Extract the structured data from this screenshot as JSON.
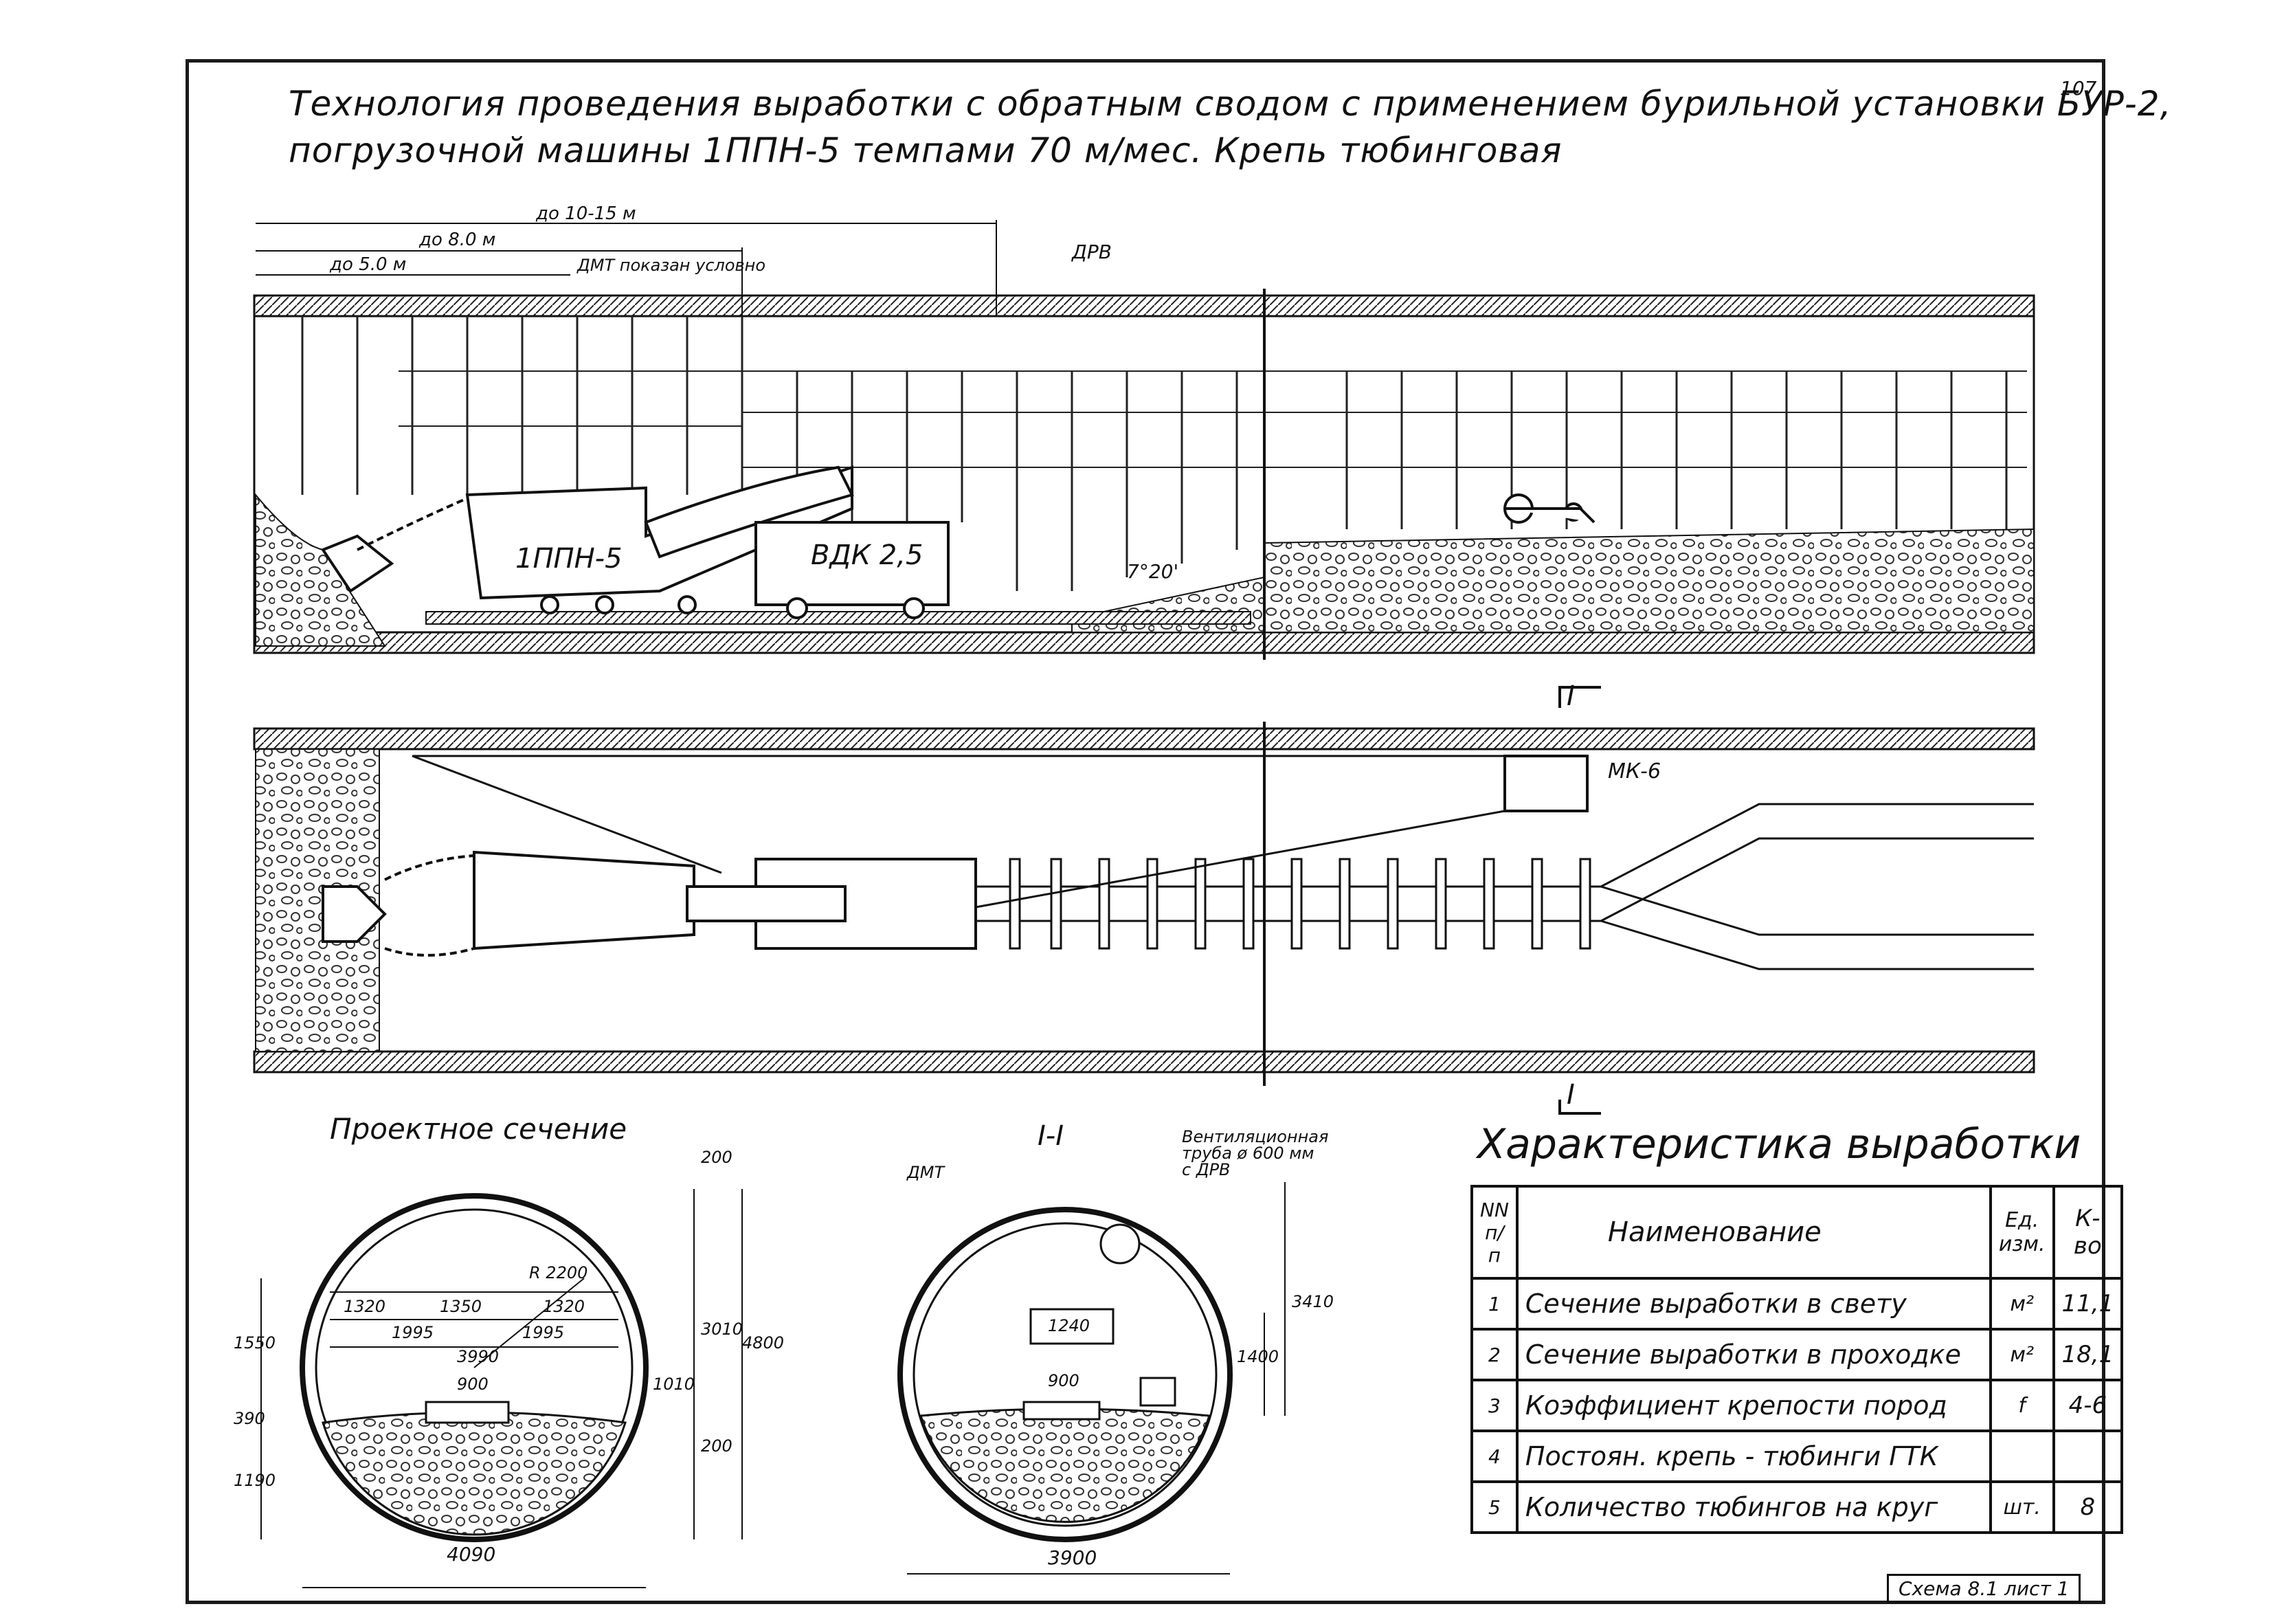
{
  "title": {
    "line1": "Технология проведения выработки с обратным сводом с применением бурильной установки БУР-2,",
    "line2": "погрузочной машины 1ППН-5 темпами 70 м/мес. Крепь тюбинговая"
  },
  "page_number": "107",
  "longitudinal": {
    "dim_top": "до 10-15 м",
    "dim_mid": "до 8.0 м",
    "dim_low": "до 5.0 м",
    "dmt_note": "ДМТ показан условно",
    "drv": "ДРВ",
    "loader": "1ППН-5",
    "wagon": "ВДК 2,5",
    "slope": "7°20'"
  },
  "plan": {
    "section_mark": "I",
    "winch": "МК-6"
  },
  "design_section": {
    "title": "Проектное сечение",
    "radius": "R 2200",
    "dims": [
      "1320",
      "1350",
      "1320",
      "1995",
      "1995",
      "3990",
      "900",
      "1550",
      "390",
      "1190",
      "1010",
      "200",
      "200",
      "3010",
      "4800",
      "4090"
    ]
  },
  "section_1": {
    "title": "I-I",
    "vent_note_1": "Вентиляционная",
    "vent_note_2": "труба ø 600 мм",
    "vent_note_3": "с ДРВ",
    "dmt": "ДМТ",
    "dims": [
      "1240",
      "900",
      "1400",
      "3410",
      "3900"
    ]
  },
  "characteristics": {
    "title": "Характеристика выработки",
    "headers": {
      "num": "NN п/п",
      "name": "Наименование",
      "unit": "Ед. изм.",
      "qty": "К-во"
    },
    "rows": [
      {
        "n": "1",
        "name": "Сечение выработки в свету",
        "unit": "м²",
        "value": "11,1"
      },
      {
        "n": "2",
        "name": "Сечение выработки в проходке",
        "unit": "м²",
        "value": "18,1"
      },
      {
        "n": "3",
        "name": "Коэффициент крепости пород",
        "unit": "f",
        "value": "4-6"
      },
      {
        "n": "4",
        "name": "Постоян. крепь - тюбинги ГТК",
        "unit": "",
        "value": ""
      },
      {
        "n": "5",
        "name": "Количество тюбингов на круг",
        "unit": "шт.",
        "value": "8"
      }
    ]
  },
  "sheet_label": "Схема 8.1 лист 1"
}
